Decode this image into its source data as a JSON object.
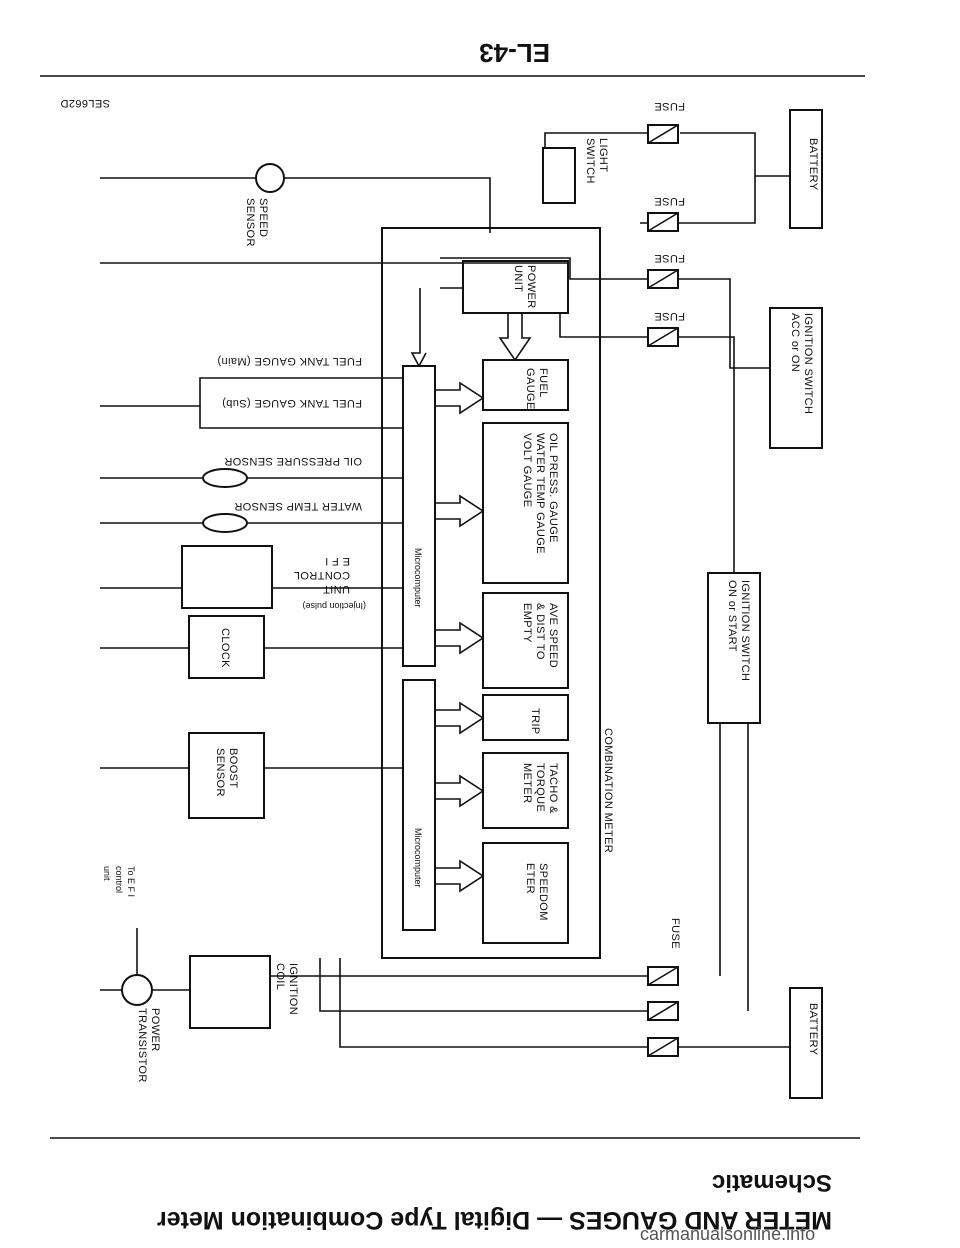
{
  "header": {
    "page_number": "EL-43",
    "figure_code": "SEL662D"
  },
  "title": {
    "main": "METER AND GAUGES — Digital Type Combination Meter",
    "section": "Schematic"
  },
  "components": {
    "battery_top": "BATTERY",
    "battery_bottom": "BATTERY",
    "fuse": "FUSE",
    "light_switch": [
      "LIGHT",
      "SWITCH"
    ],
    "ignition_acc_on": [
      "IGNITION SWITCH",
      "ACC or ON"
    ],
    "ignition_on_start": [
      "IGNITION SWITCH",
      "ON or START"
    ],
    "power_unit": [
      "POWER",
      "UNIT"
    ],
    "combination_meter": "COMBINATION METER",
    "microcomputer": "Microcomputer",
    "fuel_gauge": [
      "FUEL",
      "GAUGE"
    ],
    "oil_water_volt": [
      "OIL PRESS. GAUGE",
      "WATER TEMP GAUGE",
      "VOLT GAUGE"
    ],
    "ave_speed": [
      "AVE SPEED",
      "& DIST TO",
      "EMPTY"
    ],
    "trip": "TRIP",
    "tacho_torque": [
      "TACHO &",
      "TORQUE",
      "METER"
    ],
    "speedometer": [
      "SPEEDOM",
      "ETER"
    ],
    "speed_sensor": [
      "SPEED",
      "SENSOR"
    ],
    "fuel_tank_main": "FUEL TANK GAUGE (Main)",
    "fuel_tank_sub": "FUEL TANK GAUGE (Sub)",
    "oil_pressure_sensor": "OIL PRESSURE SENSOR",
    "water_temp_sensor": "WATER TEMP SENSOR",
    "efi_control_unit": [
      "E F I",
      "CONTROL",
      "UNIT"
    ],
    "injection_pulse": "(Injection pulse)",
    "clock": "CLOCK",
    "boost_sensor": [
      "BOOST",
      "SENSOR"
    ],
    "ignition_coil": [
      "IGNITION",
      "COIL"
    ],
    "power_transistor": [
      "POWER",
      "TRANSISTOR"
    ],
    "to_efi": [
      "To E F I",
      "control",
      "unit"
    ]
  },
  "watermark": "carmanualsonline.info"
}
